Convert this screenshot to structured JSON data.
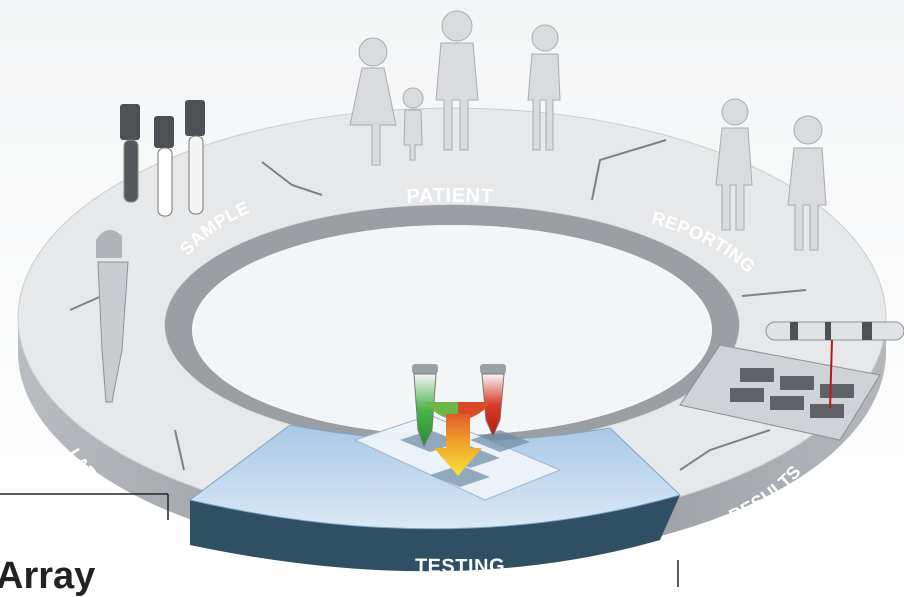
{
  "ring": {
    "segments": [
      {
        "id": "patient",
        "label": "PATIENT"
      },
      {
        "id": "reporting",
        "label": "REPORTING"
      },
      {
        "id": "results",
        "label": "RESULTS"
      },
      {
        "id": "testing",
        "label": "TESTING"
      },
      {
        "id": "labeled_dna",
        "label": "LABELED DNA"
      },
      {
        "id": "sample",
        "label": "SAMPLE"
      }
    ],
    "highlighted_segment": "testing",
    "colors": {
      "ring_top": "#e6e8ea",
      "ring_side": "#8f9398",
      "band": "#9b9ea2",
      "highlight_top": "#c9dff1",
      "highlight_side": "#2f4f63"
    }
  },
  "frame_title": "Array"
}
